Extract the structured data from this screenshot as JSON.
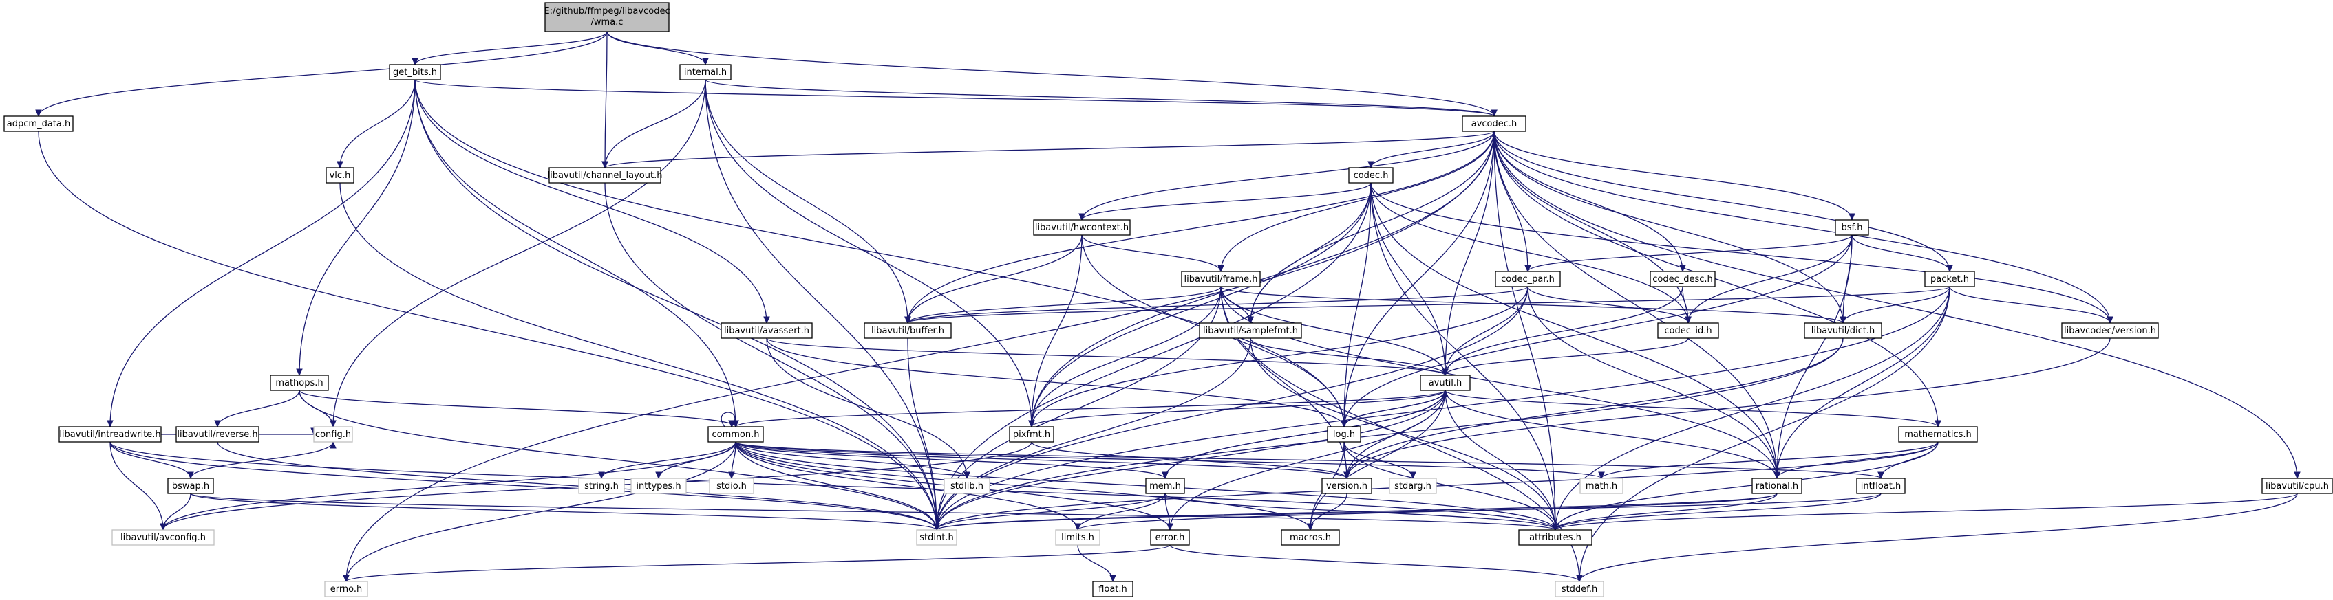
{
  "root": {
    "line1": "E:/github/ffmpeg/libavcodec",
    "line2": "/wma.c"
  },
  "nodes": {
    "get_bits": "get_bits.h",
    "internal": "internal.h",
    "adpcm_data": "adpcm_data.h",
    "avcodec": "avcodec.h",
    "channel_layout": "libavutil/channel_layout.h",
    "vlc": "vlc.h",
    "codec": "codec.h",
    "hwcontext": "libavutil/hwcontext.h",
    "bsf": "bsf.h",
    "frame": "libavutil/frame.h",
    "codec_par": "codec_par.h",
    "codec_desc": "codec_desc.h",
    "packet": "packet.h",
    "avassert": "libavutil/avassert.h",
    "buffer": "libavutil/buffer.h",
    "samplefmt": "libavutil/samplefmt.h",
    "codec_id": "codec_id.h",
    "dict": "libavutil/dict.h",
    "lavc_version": "libavcodec/version.h",
    "mathops": "mathops.h",
    "avutil": "avutil.h",
    "intreadwrite": "libavutil/intreadwrite.h",
    "reverse": "libavutil/reverse.h",
    "config": "config.h",
    "common": "common.h",
    "pixfmt": "pixfmt.h",
    "log": "log.h",
    "mathematics": "mathematics.h",
    "bswap": "bswap.h",
    "string": "string.h",
    "inttypes": "inttypes.h",
    "stdio": "stdio.h",
    "stdlib": "stdlib.h",
    "mem": "mem.h",
    "version": "version.h",
    "stdarg": "stdarg.h",
    "math": "math.h",
    "rational": "rational.h",
    "intfloat": "intfloat.h",
    "cpu": "libavutil/cpu.h",
    "avconfig": "libavutil/avconfig.h",
    "stdint": "stdint.h",
    "limits": "limits.h",
    "error": "error.h",
    "macros": "macros.h",
    "attributes": "attributes.h",
    "errno": "errno.h",
    "float": "float.h",
    "stddef": "stddef.h"
  }
}
